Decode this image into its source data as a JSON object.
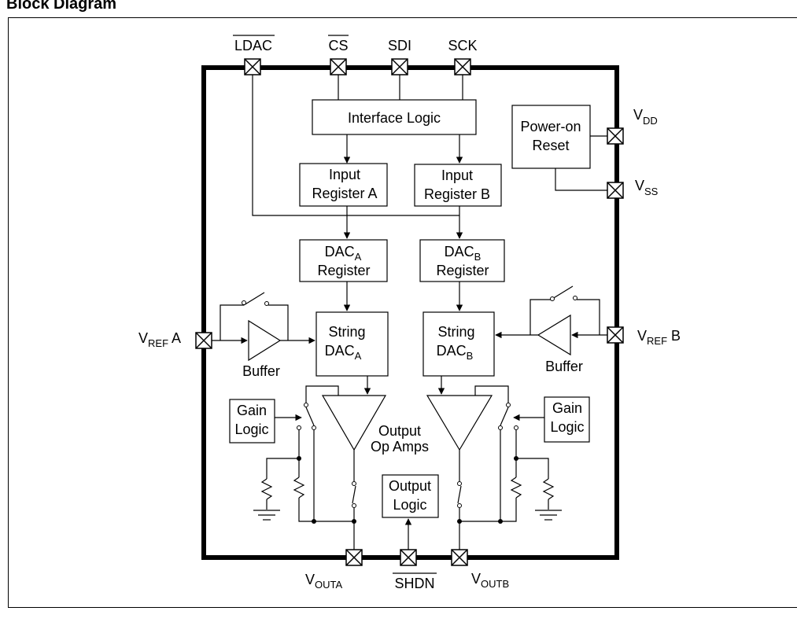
{
  "title": "Block Diagram",
  "pins": {
    "ldac": "LDAC",
    "cs": "CS",
    "sdi": "SDI",
    "sck": "SCK",
    "vdd": {
      "main": "V",
      "sub": "DD"
    },
    "vss": {
      "main": "V",
      "sub": "SS"
    },
    "vref_a": {
      "main": "V",
      "sub": "REF",
      "suffix": " A"
    },
    "vref_b": {
      "main": "V",
      "sub": "REF",
      "suffix": " B"
    },
    "vouta": {
      "main": "V",
      "sub": "OUTA"
    },
    "voutb": {
      "main": "V",
      "sub": "OUTB"
    },
    "shdn": "SHDN"
  },
  "blocks": {
    "interface_logic": "Interface Logic",
    "power_on_reset": [
      "Power-on",
      "Reset"
    ],
    "input_reg_a": [
      "Input",
      "Register A"
    ],
    "input_reg_b": [
      "Input",
      "Register B"
    ],
    "dac_reg_a": {
      "main": "DAC",
      "sub": "A",
      "line2": "Register"
    },
    "dac_reg_b": {
      "main": "DAC",
      "sub": "B",
      "line2": "Register"
    },
    "string_dac_a": {
      "line1": "String",
      "main": "DAC",
      "sub": "A"
    },
    "string_dac_b": {
      "line1": "String",
      "main": "DAC",
      "sub": "B"
    },
    "buffer_a": "Buffer",
    "buffer_b": "Buffer",
    "gain_logic_a": [
      "Gain",
      "Logic"
    ],
    "gain_logic_b": [
      "Gain",
      "Logic"
    ],
    "output_op_amps": [
      "Output",
      "Op Amps"
    ],
    "output_logic": [
      "Output",
      "Logic"
    ]
  }
}
